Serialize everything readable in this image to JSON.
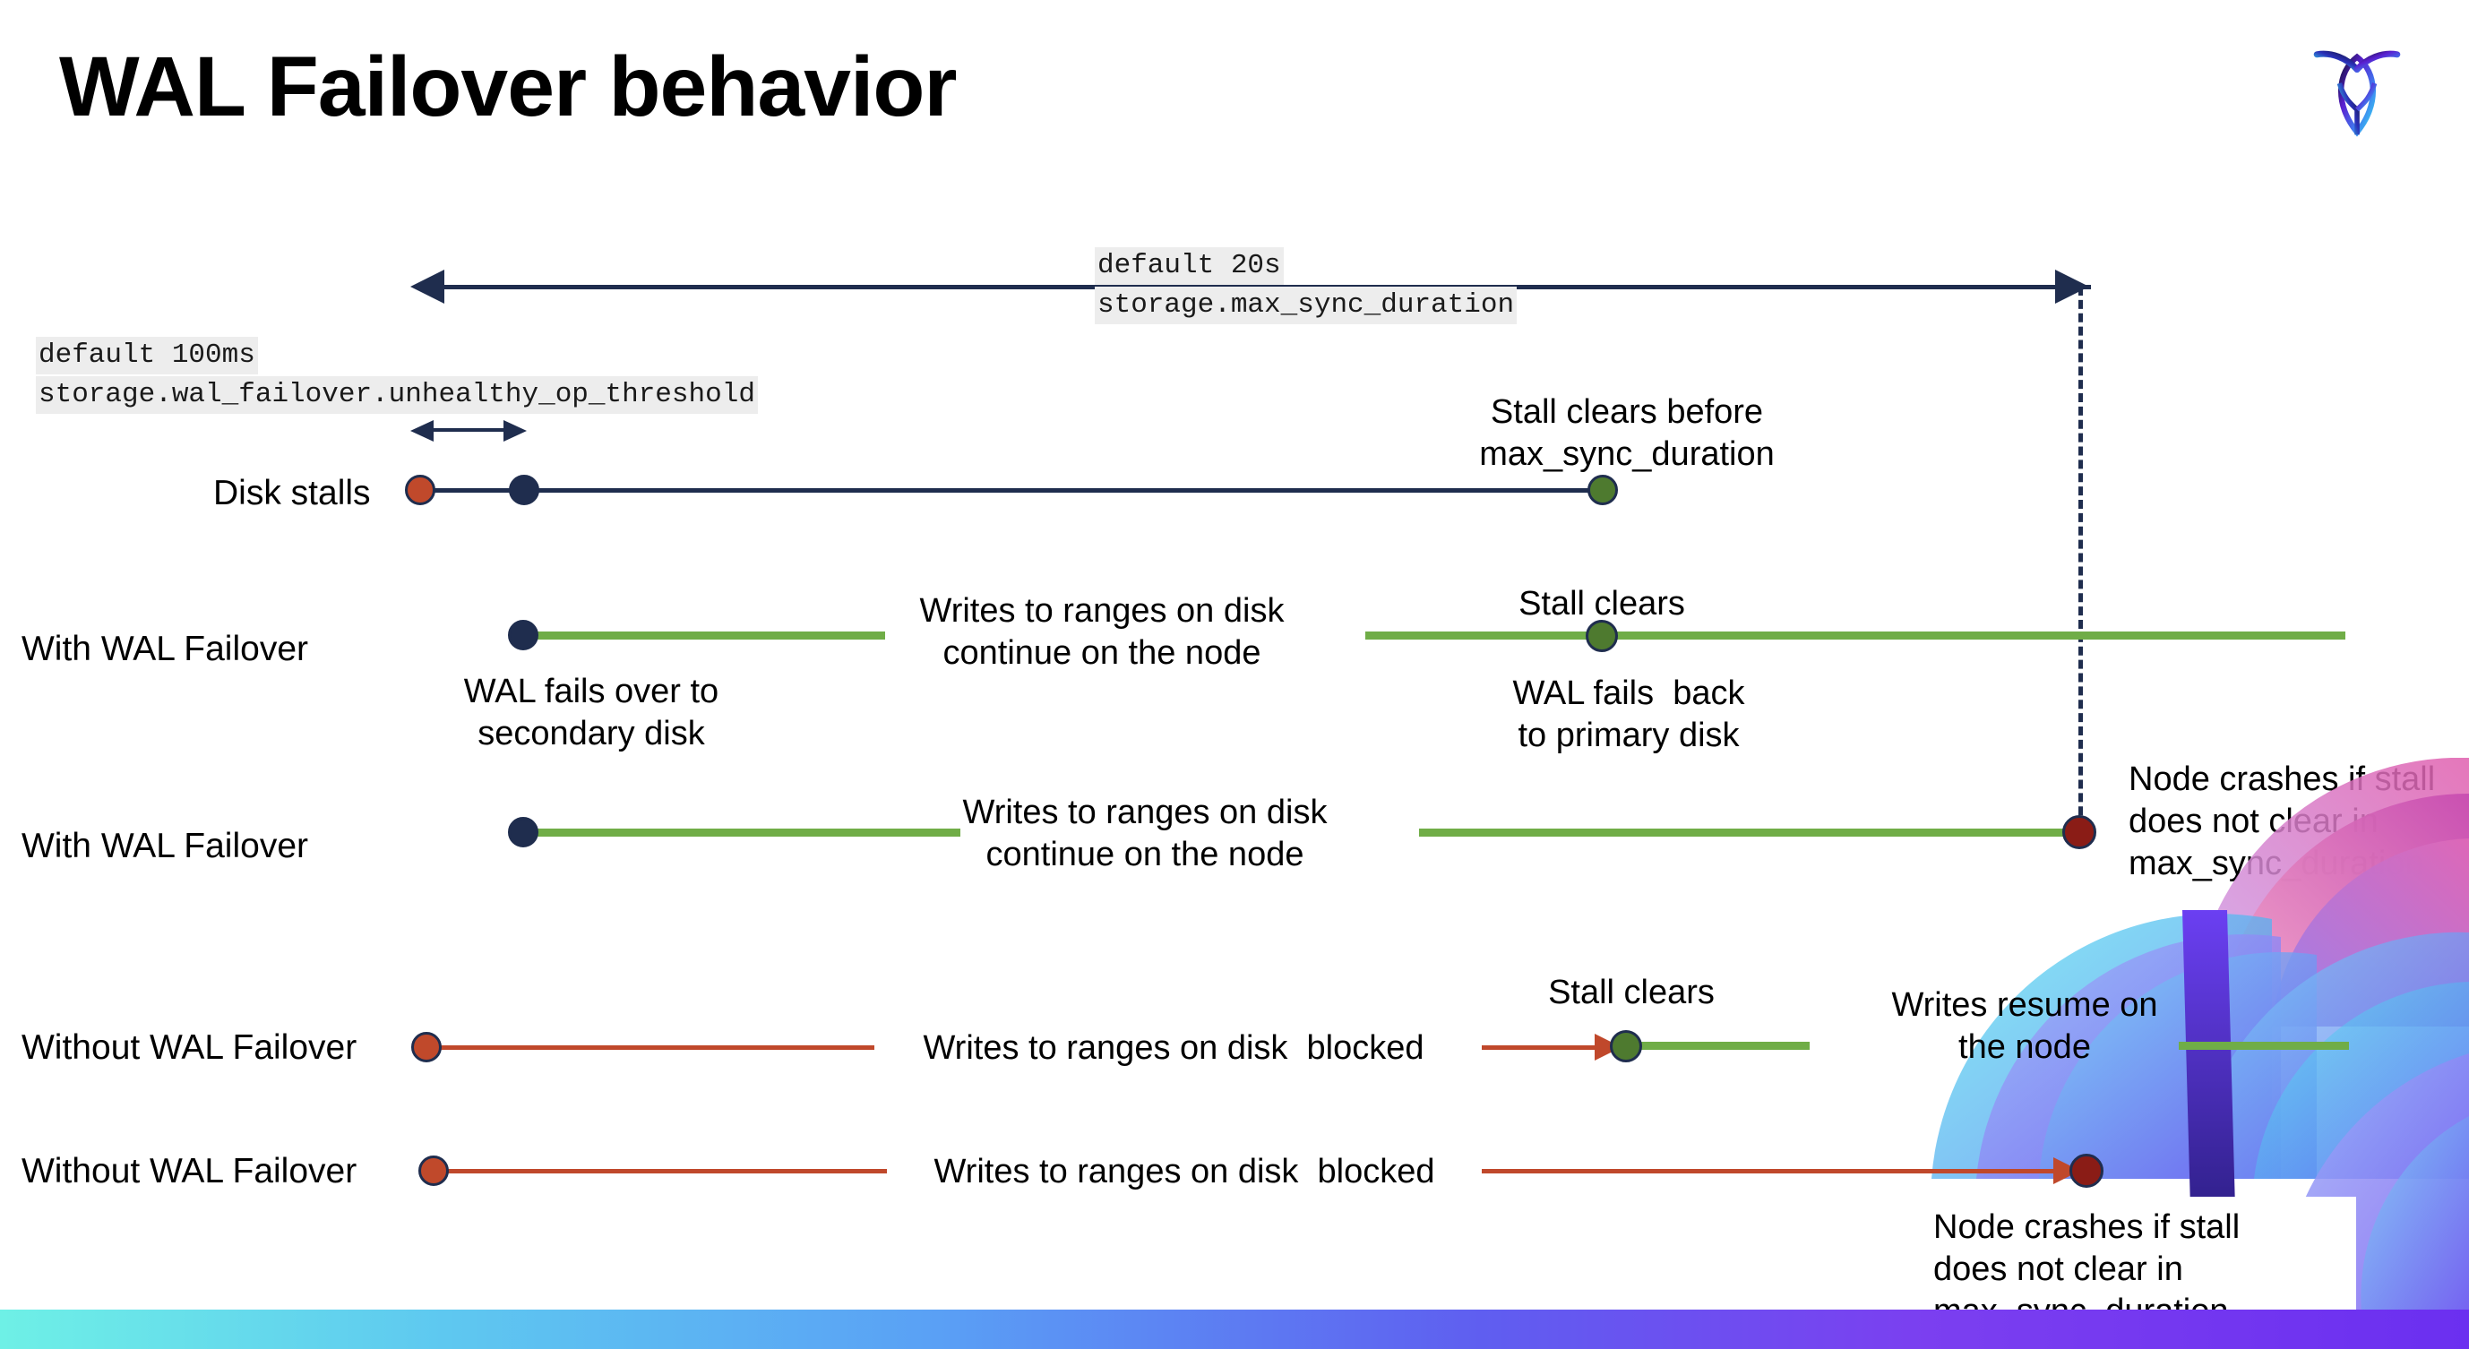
{
  "slide": {
    "title": "WAL Failover behavior",
    "logo_name": "cockroachdb-logo"
  },
  "settings": [
    {
      "id": "max-sync-duration",
      "default_line": "default 20s",
      "name_line": "storage.max_sync_duration"
    },
    {
      "id": "unhealthy-op-threshold",
      "default_line": "default 100ms",
      "name_line": "storage.wal_failover.unhealthy_op_threshold"
    }
  ],
  "rows": [
    {
      "id": "disk-stalls",
      "label": "Disk stalls",
      "annotations": [
        "Stall clears before",
        "max_sync_duration"
      ]
    },
    {
      "id": "with-wal-failover-clears",
      "label": "With WAL Failover",
      "annotations": [
        "Writes to ranges on disk",
        "continue on the node",
        "Stall clears",
        "WAL fails over to",
        "secondary disk",
        "WAL fails  back",
        "to primary disk"
      ]
    },
    {
      "id": "with-wal-failover-crash",
      "label": "With WAL Failover",
      "annotations": [
        "Writes to ranges on disk",
        "continue on the node",
        "Node crashes if stall",
        "does not clear in",
        "max_sync_duration"
      ]
    },
    {
      "id": "without-wal-failover-clears",
      "label": "Without WAL Failover",
      "annotations": [
        "Writes to ranges on disk  blocked",
        "Stall clears",
        "Writes resume on",
        "the node"
      ]
    },
    {
      "id": "without-wal-failover-crash",
      "label": "Without WAL Failover",
      "annotations": [
        "Writes to ranges on disk  blocked",
        "Node crashes if stall",
        "does not clear in",
        "max_sync_duration"
      ]
    }
  ],
  "text": {
    "disk_stalls_label": "Disk stalls",
    "with_wal_failover_label": "With WAL Failover",
    "without_wal_failover_label": "Without WAL Failover",
    "stall_clears_before": "Stall clears before",
    "max_sync_duration_word": "max_sync_duration",
    "stall_clears": "Stall clears",
    "writes_continue_1": "Writes to ranges on disk",
    "writes_continue_2": "continue on the node",
    "wal_fails_over_1": "WAL fails over to",
    "wal_fails_over_2": "secondary disk",
    "wal_fails_back_1": "WAL fails  back",
    "wal_fails_back_2": "to primary disk",
    "node_crashes_1": "Node crashes if stall",
    "node_crashes_2": "does not clear in",
    "node_crashes_3": "max_sync_duration",
    "writes_blocked": "Writes to ranges on disk  blocked",
    "writes_resume_1": "Writes resume on",
    "writes_resume_2": "the node"
  },
  "colors": {
    "navy": "#1f2d4e",
    "red": "#c0492b",
    "green_line": "#70ad47",
    "green_dot": "#4e7a2f",
    "dark_red_dot": "#8a1c16",
    "code_bg": "#ededed",
    "bottom_bar_start": "#6ef0e6",
    "bottom_bar_end": "#6b2ff0"
  }
}
